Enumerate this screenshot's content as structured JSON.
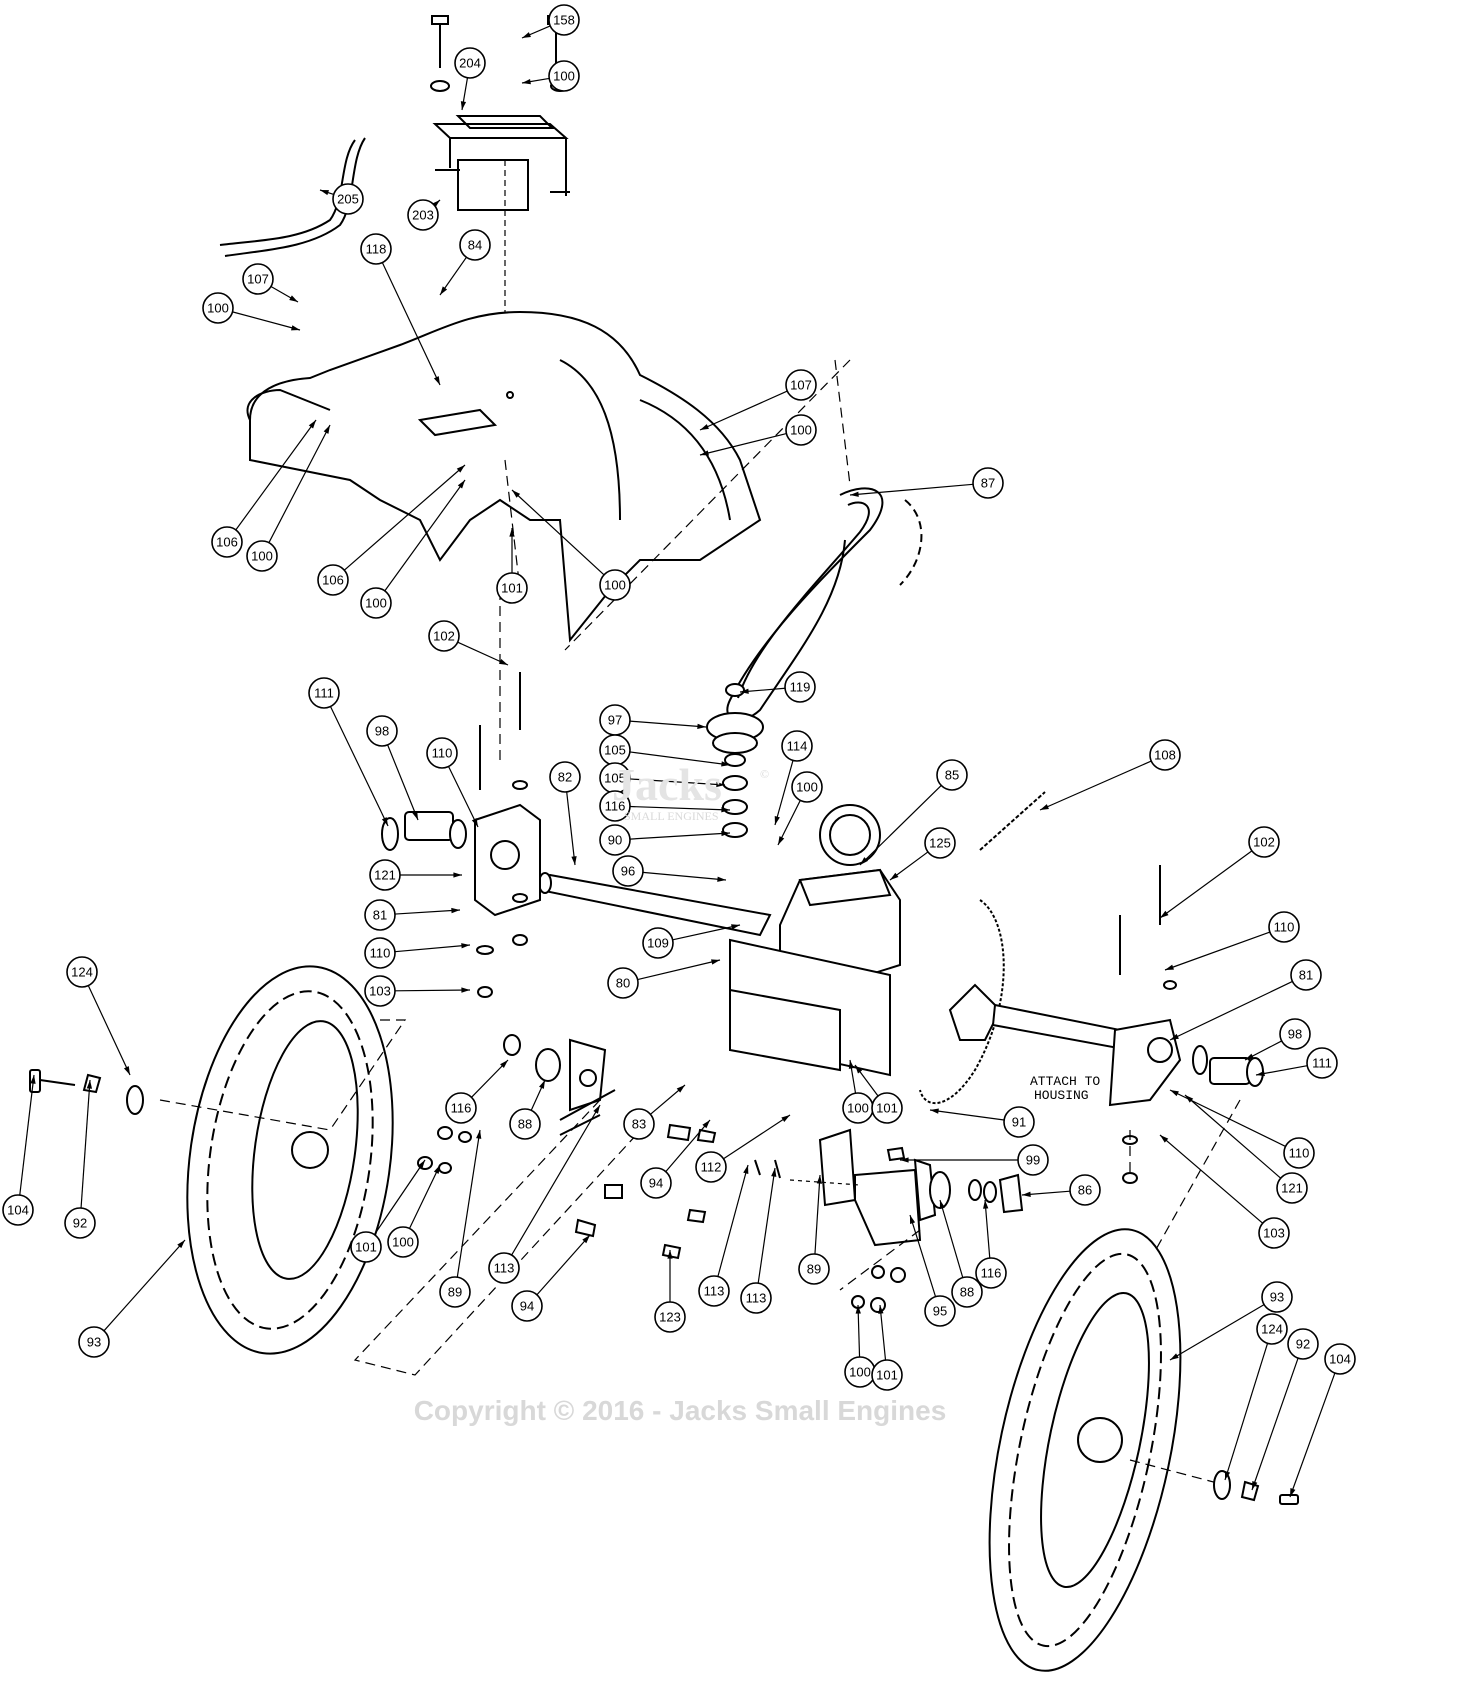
{
  "callouts": [
    {
      "id": "158"
    },
    {
      "id": "204"
    },
    {
      "id": "100"
    },
    {
      "id": "205"
    },
    {
      "id": "203"
    },
    {
      "id": "118"
    },
    {
      "id": "84"
    },
    {
      "id": "107"
    },
    {
      "id": "100"
    },
    {
      "id": "107"
    },
    {
      "id": "100"
    },
    {
      "id": "87"
    },
    {
      "id": "106"
    },
    {
      "id": "100"
    },
    {
      "id": "106"
    },
    {
      "id": "100"
    },
    {
      "id": "101"
    },
    {
      "id": "100"
    },
    {
      "id": "102"
    },
    {
      "id": "119"
    },
    {
      "id": "97"
    },
    {
      "id": "105"
    },
    {
      "id": "105"
    },
    {
      "id": "116"
    },
    {
      "id": "90"
    },
    {
      "id": "114"
    },
    {
      "id": "100"
    },
    {
      "id": "85"
    },
    {
      "id": "108"
    },
    {
      "id": "111"
    },
    {
      "id": "98"
    },
    {
      "id": "110"
    },
    {
      "id": "82"
    },
    {
      "id": "96"
    },
    {
      "id": "125"
    },
    {
      "id": "121"
    },
    {
      "id": "81"
    },
    {
      "id": "110"
    },
    {
      "id": "109"
    },
    {
      "id": "102"
    },
    {
      "id": "103"
    },
    {
      "id": "80"
    },
    {
      "id": "110"
    },
    {
      "id": "81"
    },
    {
      "id": "124"
    },
    {
      "id": "98"
    },
    {
      "id": "111"
    },
    {
      "id": "116"
    },
    {
      "id": "88"
    },
    {
      "id": "83"
    },
    {
      "id": "100"
    },
    {
      "id": "101"
    },
    {
      "id": "91"
    },
    {
      "id": "110"
    },
    {
      "id": "104"
    },
    {
      "id": "92"
    },
    {
      "id": "94"
    },
    {
      "id": "112"
    },
    {
      "id": "99"
    },
    {
      "id": "121"
    },
    {
      "id": "101"
    },
    {
      "id": "100"
    },
    {
      "id": "86"
    },
    {
      "id": "103"
    },
    {
      "id": "89"
    },
    {
      "id": "113"
    },
    {
      "id": "89"
    },
    {
      "id": "116"
    },
    {
      "id": "93"
    },
    {
      "id": "94"
    },
    {
      "id": "113"
    },
    {
      "id": "113"
    },
    {
      "id": "95"
    },
    {
      "id": "88"
    },
    {
      "id": "123"
    },
    {
      "id": "93"
    },
    {
      "id": "124"
    },
    {
      "id": "92"
    },
    {
      "id": "104"
    },
    {
      "id": "100"
    },
    {
      "id": "101"
    }
  ],
  "notes": {
    "attach_line1": "ATTACH TO",
    "attach_line2": "HOUSING"
  },
  "watermark": "Copyright © 2016 - Jacks Small Engines",
  "logo": {
    "main": "Jacks",
    "sub": "SMALL ENGINES",
    "mark": "©"
  }
}
